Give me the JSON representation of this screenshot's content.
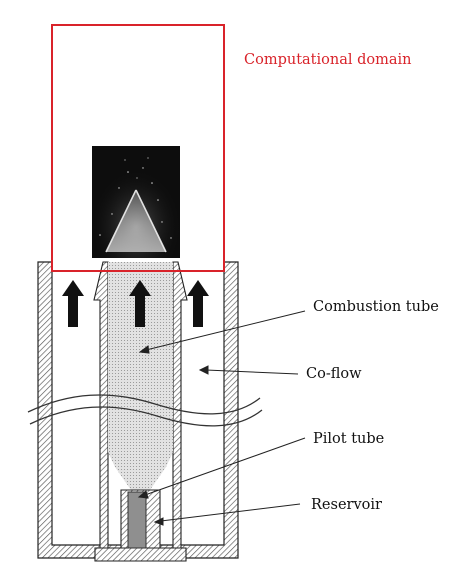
{
  "labels": {
    "domain": "Computational domain",
    "combustion_tube": "Combustion tube",
    "coflow": "Co-flow",
    "pilot_tube": "Pilot tube",
    "reservoir": "Reservoir"
  },
  "colors": {
    "domain_border": "#d9232a",
    "wall_stroke": "#222222",
    "flow_arrow": "#111111",
    "flame_background": "#0d0d0d"
  },
  "icons": {
    "flow_arrow": "up-arrow-icon"
  }
}
